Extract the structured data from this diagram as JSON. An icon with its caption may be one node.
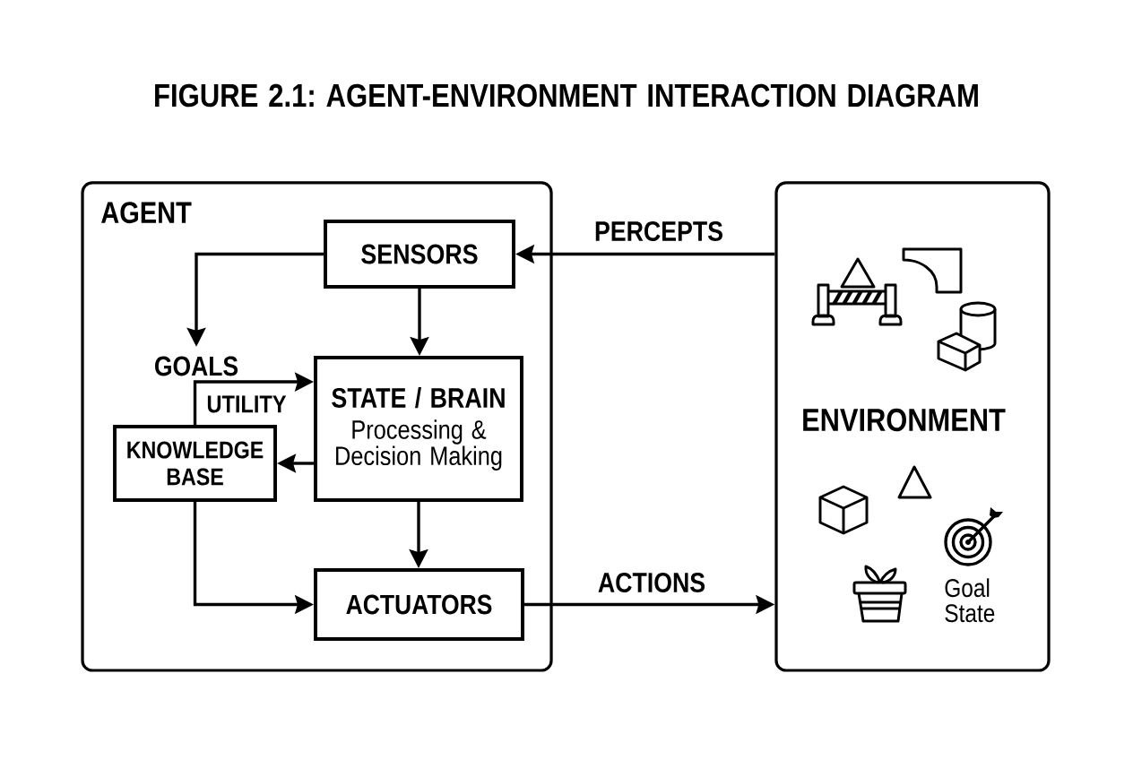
{
  "diagram": {
    "title": "FIGURE 2.1: AGENT-ENVIRONMENT INTERACTION DIAGRAM",
    "nodes": [
      {
        "text": [
          "AGENT"
        ]
      },
      {
        "text": [
          "SENSORS"
        ],
        "in": 0
      },
      {
        "text": [
          "GOALS"
        ],
        "in": 0
      },
      {
        "text": [
          "STATE / BRAIN",
          "Processing & Decision Making"
        ],
        "in": 0
      },
      {
        "text": [
          "KNOWLEDGE BASE"
        ],
        "in": 0
      },
      {
        "text": [
          "ACTUATORS"
        ],
        "in": 0
      },
      {
        "text": [
          "ENVIRONMENT"
        ]
      }
    ],
    "edges": [
      {
        "from": 6,
        "to": 1,
        "arrow": "to",
        "label": "PERCEPTS"
      },
      {
        "from": 1,
        "to": 2,
        "arrow": "to"
      },
      {
        "from": 1,
        "to": 3,
        "arrow": "to"
      },
      {
        "from": 4,
        "to": 3,
        "arrow": "to",
        "label": "UTILITY"
      },
      {
        "from": 3,
        "to": 4,
        "arrow": "to"
      },
      {
        "from": 3,
        "to": 5,
        "arrow": "to"
      },
      {
        "from": 4,
        "to": 5,
        "arrow": "to"
      },
      {
        "from": 5,
        "to": 6,
        "arrow": "to",
        "label": "ACTIONS"
      }
    ],
    "labels": [
      "Goal State"
    ]
  }
}
